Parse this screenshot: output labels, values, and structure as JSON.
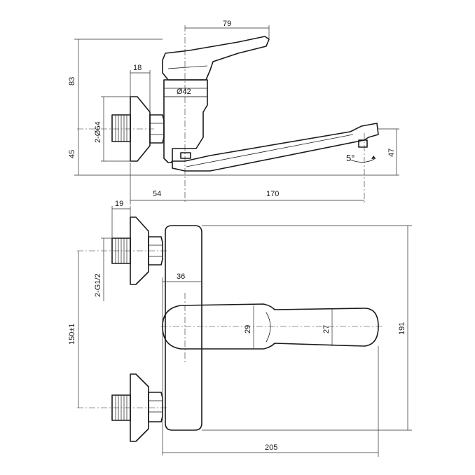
{
  "dimensions": {
    "handle_reach": "79",
    "total_height": "83",
    "flange_thickness_top": "18",
    "body_diameter": "Ø42",
    "rosette_diameter": "2-Ø64",
    "axis_height": "45",
    "outlet_height": "47",
    "spout_angle": "5°",
    "wall_to_axis": "54",
    "spout_length": "170",
    "flange_thickness_plan": "19",
    "connection_thread": "2-G1/2",
    "center_distance": "150±1",
    "body_depth": "36",
    "handle_width": "29",
    "spout_width": "27",
    "overall_width": "191",
    "overall_depth": "205"
  }
}
